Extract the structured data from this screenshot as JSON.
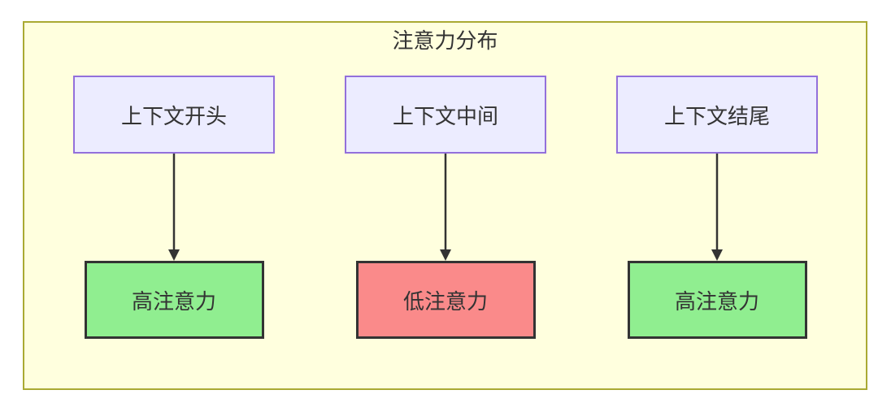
{
  "diagram": {
    "title": "注意力分布",
    "type": "flowchart-top-down",
    "colors": {
      "container_fill": "#ffffde",
      "container_border": "#aaaa33",
      "context_fill": "#ececff",
      "context_border": "#9370db",
      "high_fill": "#90ee90",
      "low_fill": "#fa8a8a",
      "node_border_dark": "#333333",
      "text": "#333333",
      "arrow": "#333333"
    },
    "columns": [
      {
        "source": "上下文开头",
        "target": "高注意力",
        "attention_level": "high"
      },
      {
        "source": "上下文中间",
        "target": "低注意力",
        "attention_level": "low"
      },
      {
        "source": "上下文结尾",
        "target": "高注意力",
        "attention_level": "high"
      }
    ]
  }
}
